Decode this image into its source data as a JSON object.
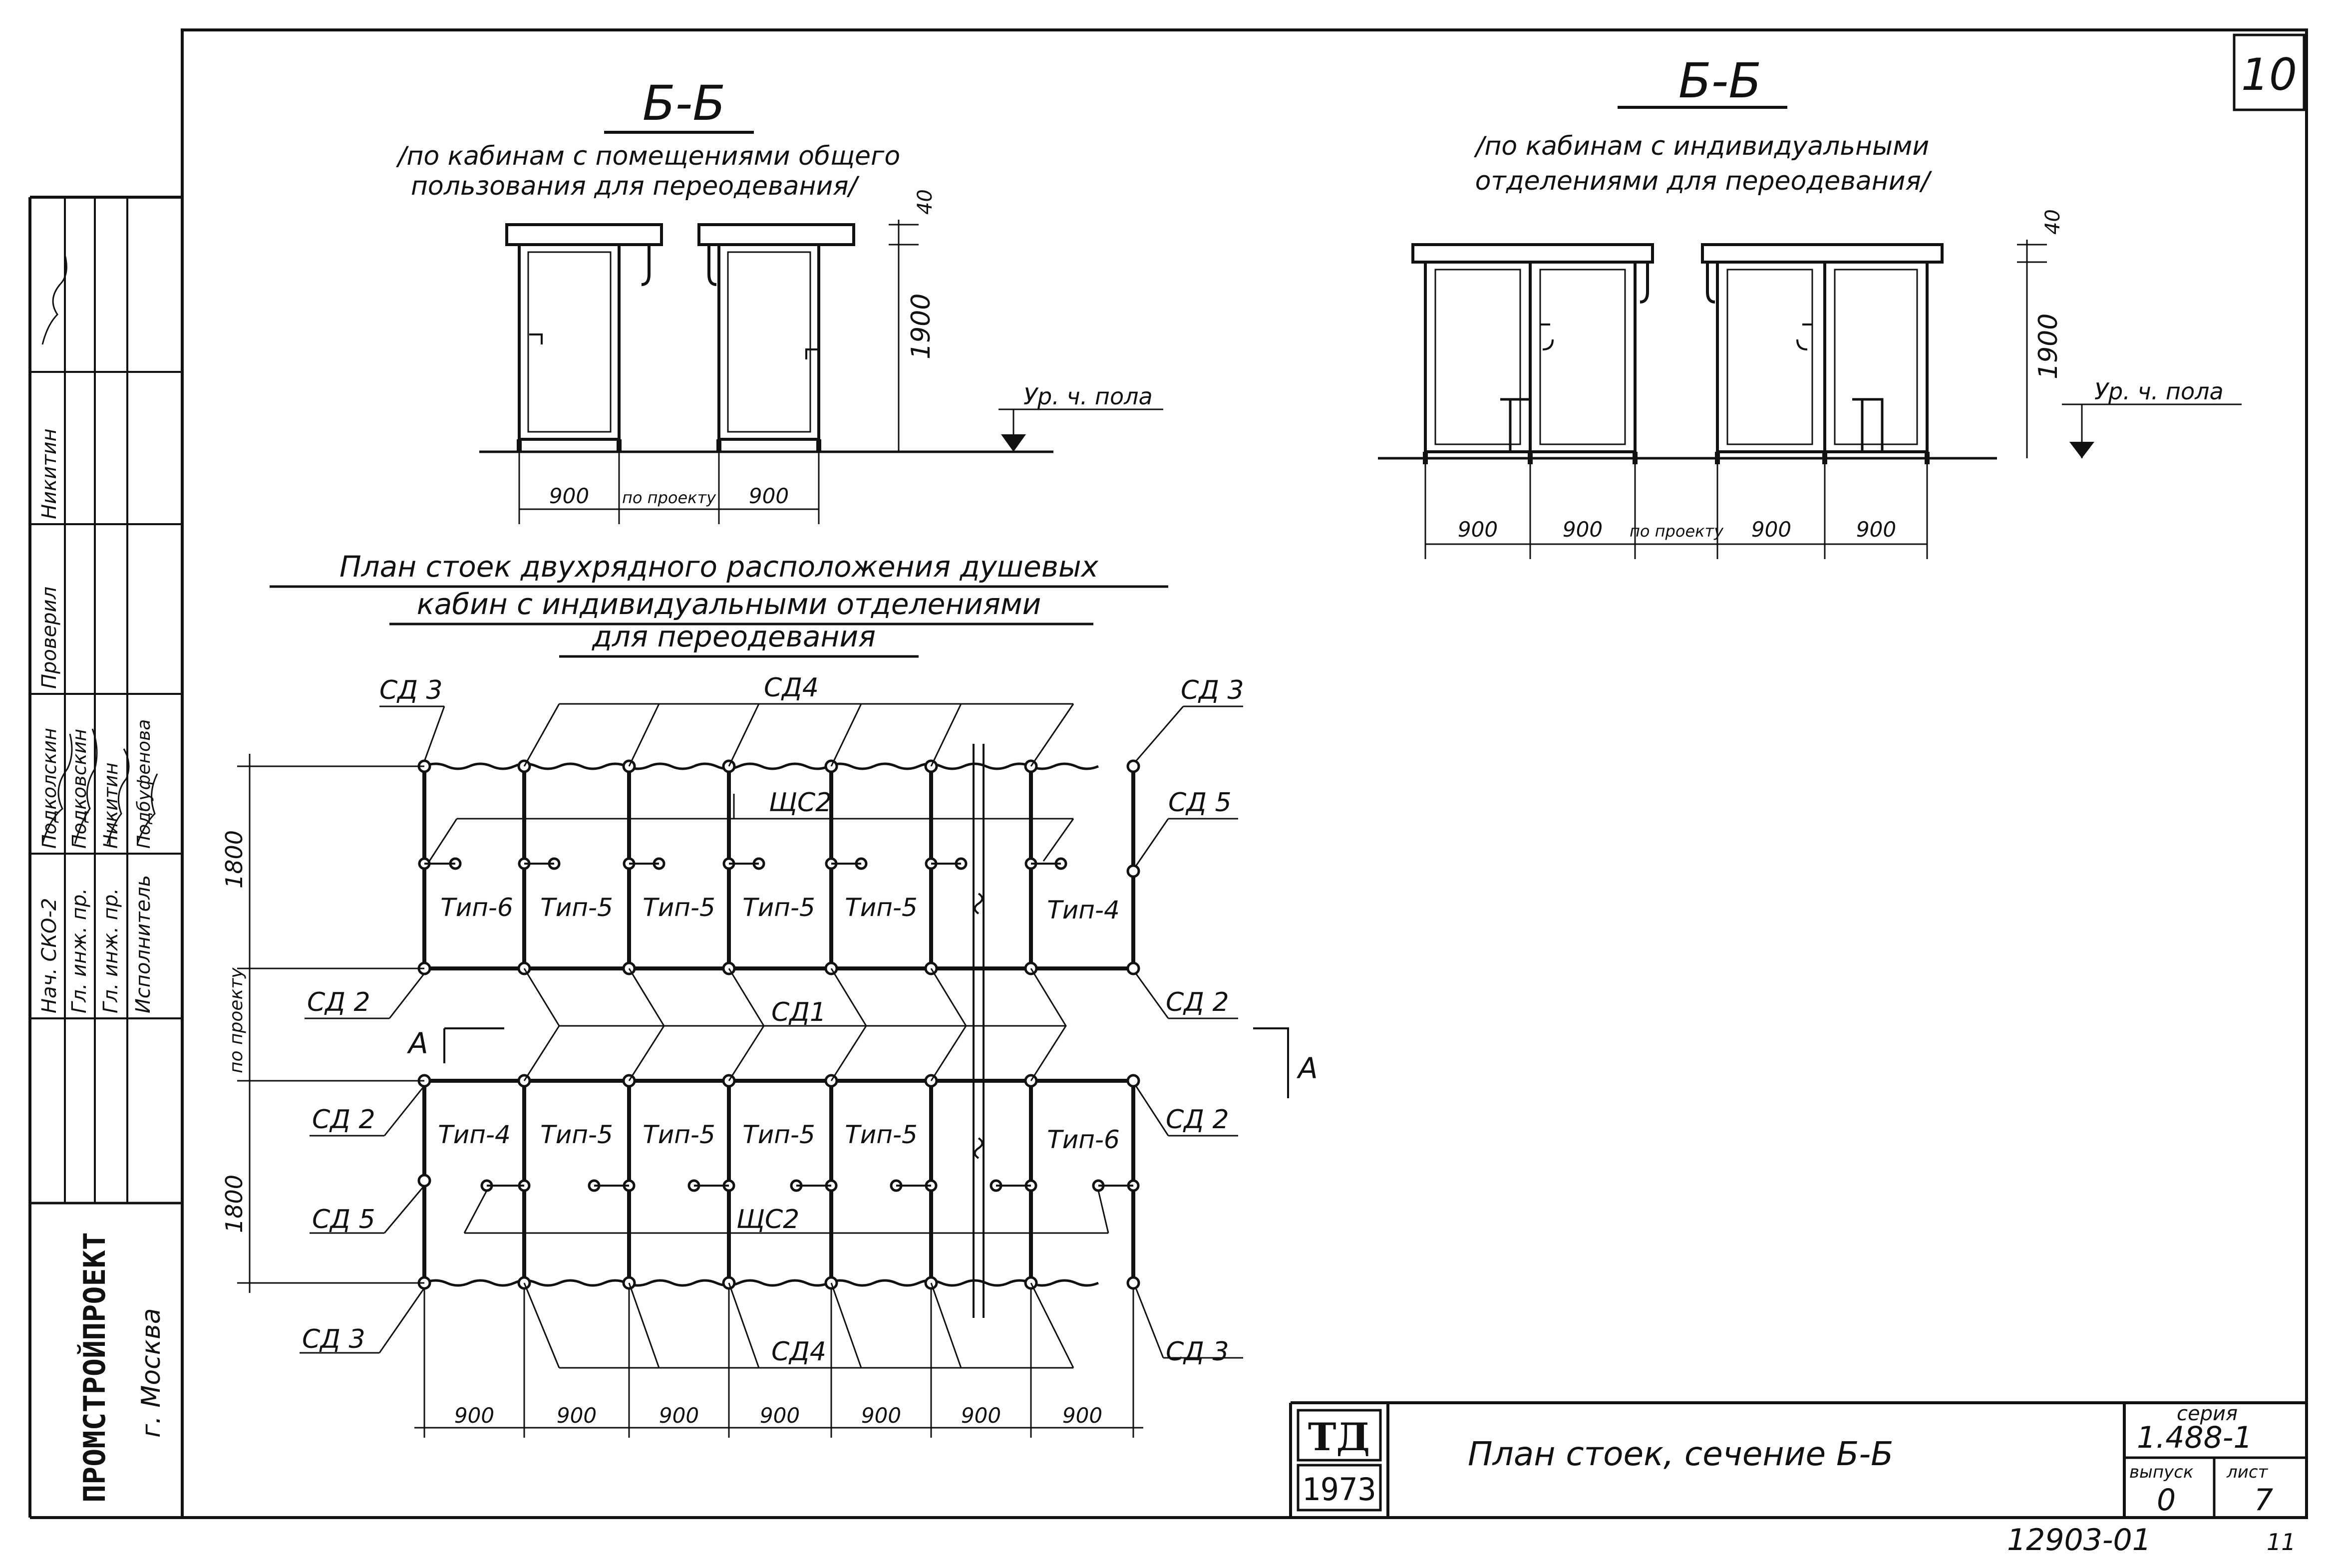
{
  "sheet": {
    "page_number": "10",
    "bottom_code": "12903-01",
    "bottom_page": "11"
  },
  "side_stamp": {
    "org": "ПРОМСТРОЙПРОЕКТ",
    "city": "г. Москва",
    "roles": [
      "Нач. СКО-2",
      "Гл. инж. пр.",
      "Гл. инж. пр.",
      "Исполнитель",
      "Проверил",
      "Никитин"
    ],
    "names": [
      "Подколскин",
      "Подковскин",
      "Никитин",
      "Подбуфенова"
    ]
  },
  "section_left": {
    "title": "Б-Б",
    "subtitle_1": "/по кабинам с помещениями общего",
    "subtitle_2": "пользования для переодевания/",
    "dim_40": "40",
    "dim_1900": "1900",
    "floor_label": "Ур. ч. пола",
    "dims_bottom": [
      "900",
      "по проекту",
      "900"
    ]
  },
  "section_right": {
    "title": "Б-Б",
    "subtitle_1": "/по кабинам с индивидуальными",
    "subtitle_2": "отделениями для переодевания/",
    "dim_40": "40",
    "dim_1900": "1900",
    "floor_label": "Ур. ч. пола",
    "dims_bottom": [
      "900",
      "900",
      "по проекту",
      "900",
      "900"
    ]
  },
  "plan": {
    "title_1": "План стоек двухрядного расположения душевых",
    "title_2": "кабин с индивидуальными отделениями",
    "title_3": "для переодевания",
    "labels": {
      "sd3_tl": "СД 3",
      "sd4_top": "СД4",
      "sd3_tr": "СД 3",
      "shs2_top": "ЩС2",
      "sd5_r": "СД 5",
      "sd2_l1": "СД 2",
      "sd2_r1": "СД 2",
      "sd1": "СД1",
      "sd2_l2": "СД 2",
      "sd2_r2": "СД 2",
      "sd5_l": "СД 5",
      "shs2_bot": "ЩС2",
      "sd3_bl": "СД 3",
      "sd4_bot": "СД4",
      "sd3_br": "СД 3",
      "section_a_left": "А",
      "section_a_right": "А",
      "dim_1800_top": "1800",
      "dim_proj": "по проекту",
      "dim_1800_bot": "1800"
    },
    "top_row_types": [
      "Тип-6",
      "Тип-5",
      "Тип-5",
      "Тип-5",
      "Тип-5",
      "Тип-4"
    ],
    "bottom_row_types": [
      "Тип-4",
      "Тип-5",
      "Тип-5",
      "Тип-5",
      "Тип-5",
      "Тип-6"
    ],
    "dims_bottom": [
      "900",
      "900",
      "900",
      "900",
      "900",
      "900",
      "900"
    ]
  },
  "title_block": {
    "logo_top": "ТД",
    "logo_year": "1973",
    "drawing_title": "План стоек, сечение Б-Б",
    "series_label": "серия",
    "series_value": "1.488-1",
    "issue_label": "выпуск",
    "issue_value": "0",
    "sheet_label": "лист",
    "sheet_value": "7"
  }
}
